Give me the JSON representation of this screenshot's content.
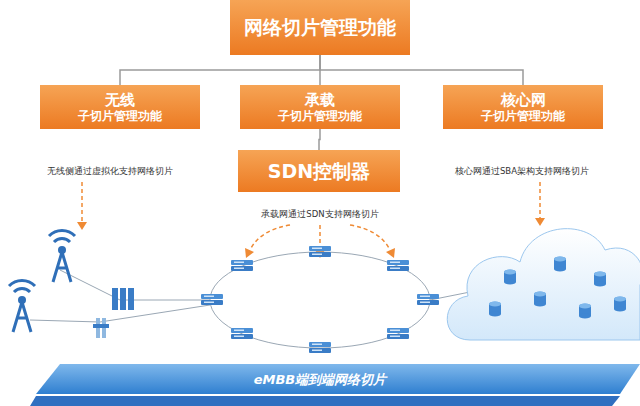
{
  "diagram": {
    "nodes": [
      {
        "text": [
          "网络切片管理功能"
        ]
      },
      {
        "text": [
          "无线",
          "子切片管理功能"
        ]
      },
      {
        "text": [
          "承载",
          "子切片管理功能"
        ]
      },
      {
        "text": [
          "核心网",
          "子切片管理功能"
        ]
      },
      {
        "text": [
          "SDN控制器"
        ]
      },
      {
        "text": [
          "eMBB端到端网络切片"
        ]
      }
    ],
    "edges": [
      {
        "from": 0,
        "to": 1,
        "arrow": "none"
      },
      {
        "from": 0,
        "to": 2,
        "arrow": "none"
      },
      {
        "from": 0,
        "to": 3,
        "arrow": "none"
      },
      {
        "from": 2,
        "to": 4,
        "arrow": "none"
      }
    ],
    "labels": [
      "无线侧通过虚拟化支持网络切片",
      "承载网通过SDN支持网络切片",
      "核心网通过SBA架构支持网络切片"
    ]
  }
}
